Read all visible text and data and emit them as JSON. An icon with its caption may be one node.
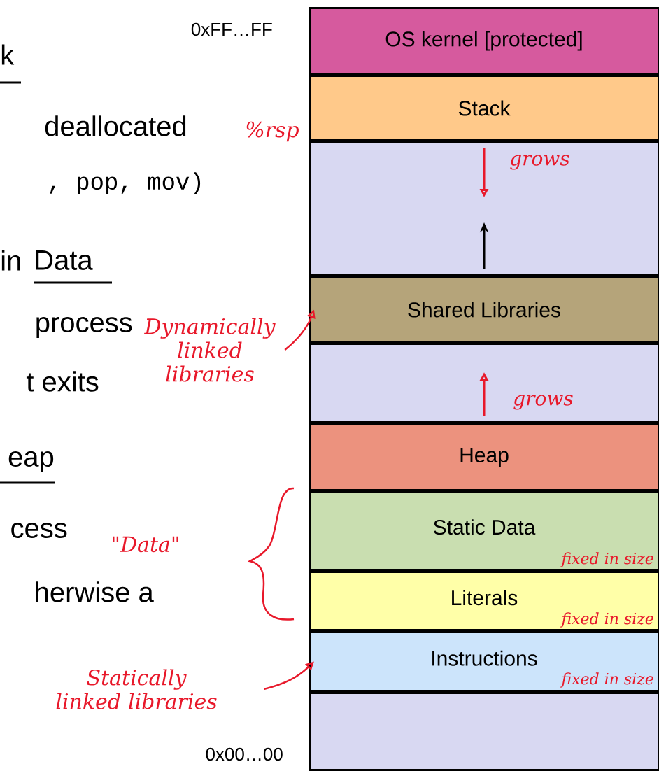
{
  "diagram": {
    "nodes": [
      {
        "text": [
          "OS kernel [protected]"
        ]
      },
      {
        "text": [
          "Stack"
        ]
      },
      {
        "text": [],
        "shape": "box"
      },
      {
        "text": [
          "Shared Libraries"
        ]
      },
      {
        "text": [],
        "shape": "box"
      },
      {
        "text": [
          "Heap"
        ]
      },
      {
        "text": [
          "Static Data"
        ]
      },
      {
        "text": [
          "Literals"
        ]
      },
      {
        "text": [
          "Instructions"
        ]
      },
      {
        "text": [],
        "shape": "box"
      },
      {
        "text": [
          "Dynamically linked libraries"
        ]
      },
      {
        "text": [
          "Statically linked libraries"
        ]
      }
    ],
    "edges": [
      {
        "from": 10,
        "to": 3,
        "arrow": "to",
        "color": "#e8182a"
      },
      {
        "from": 11,
        "to": 8,
        "arrow": "to",
        "color": "#e8182a"
      }
    ],
    "labels": [
      "0xFF…FF",
      "k",
      "deallocated",
      "%rsp",
      ", pop, mov)",
      "grows",
      "in",
      "Data",
      "process",
      "t exits",
      "grows",
      "eap",
      "cess",
      "\"Data\"",
      "fixed in size",
      "herwise a",
      "fixed in size",
      "fixed in size",
      "0x00…00"
    ]
  }
}
